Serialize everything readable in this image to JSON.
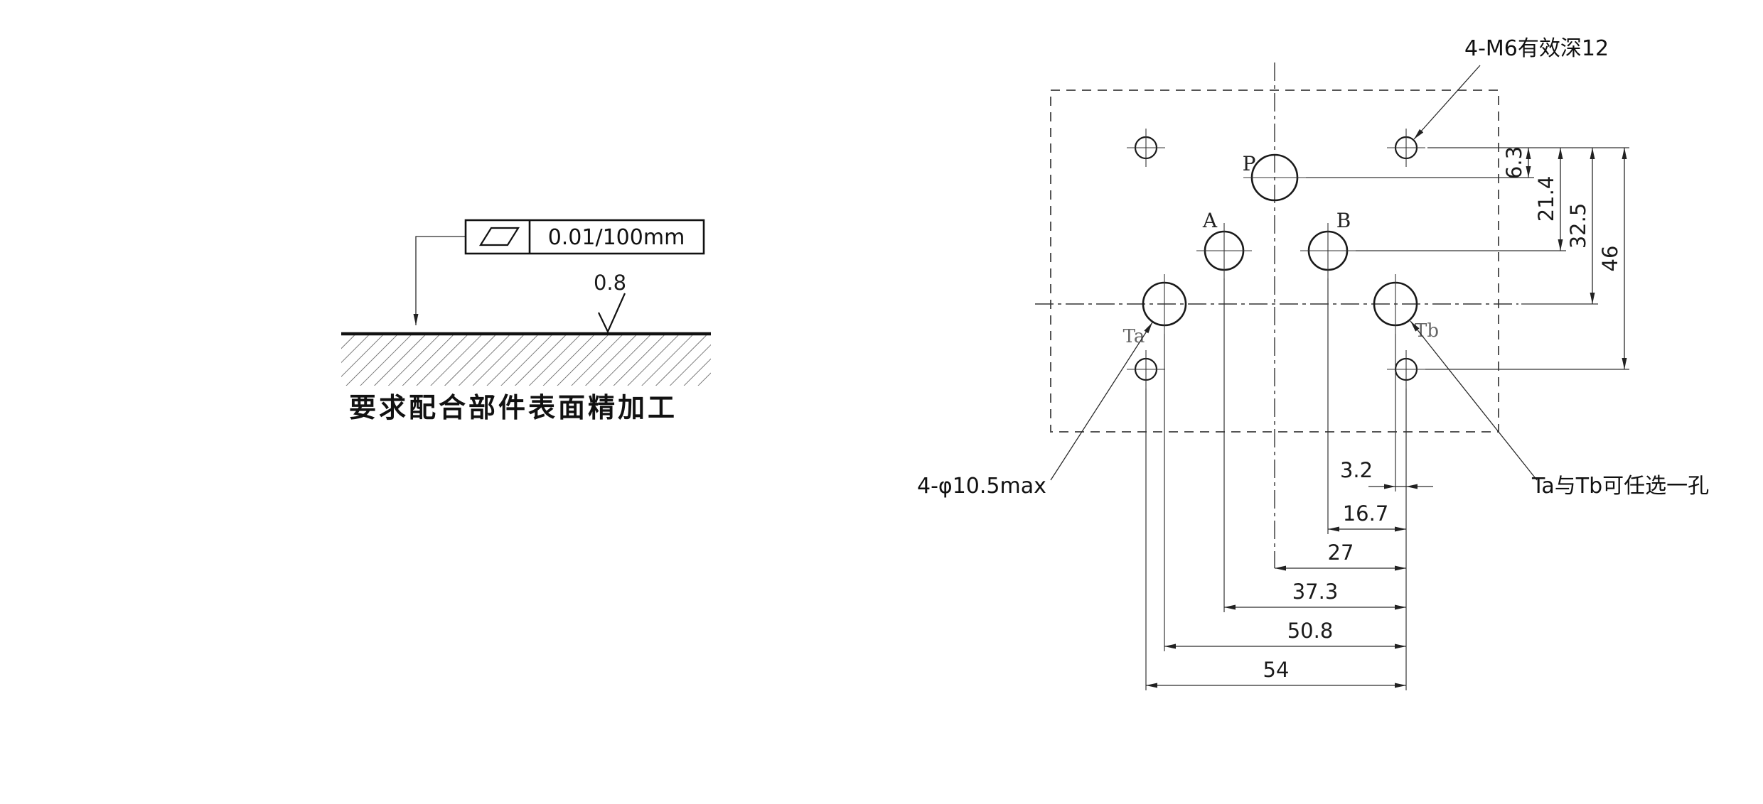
{
  "surface_note": {
    "tolerance_value": "0.01/100mm",
    "roughness_value": "0.8",
    "caption": "要求配合部件表面精加工"
  },
  "mounting_face": {
    "ports": {
      "p": "P",
      "a": "A",
      "b": "B",
      "ta": "Ta",
      "tb": "Tb"
    },
    "callouts": {
      "thread_holes": "4-M6有效深12",
      "port_holes": "4-φ10.5max",
      "port_note": "Ta与Tb可任选一孔"
    },
    "dims_vertical": [
      "6.3",
      "21.4",
      "32.5",
      "46"
    ],
    "dims_horizontal": [
      "3.2",
      "16.7",
      "27",
      "37.3",
      "50.8",
      "54"
    ]
  }
}
